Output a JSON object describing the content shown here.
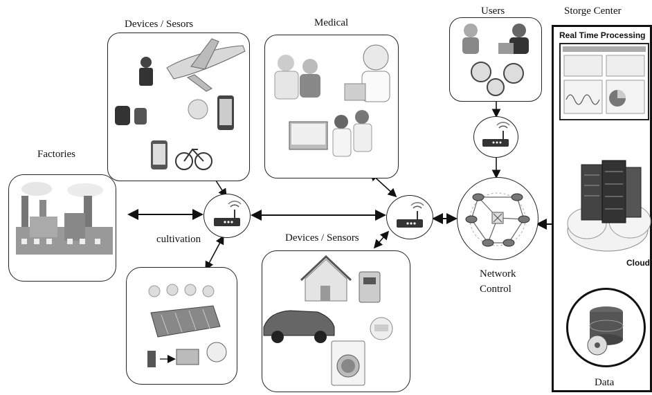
{
  "labels": {
    "devices_sensors_top": "Devices / Sesors",
    "medical": "Medical",
    "users": "Users",
    "storage_center": "Storge Center",
    "real_time_processing": "Real Time Processing",
    "factories": "Factories",
    "cultivation": "cultivation",
    "devices_sensors_bottom": "Devices / Sensors",
    "network_control_1": "Network",
    "network_control_2": "Control",
    "cloud": "Cloud",
    "data": "Data"
  },
  "colors": {
    "stroke": "#222222",
    "storage_border": "#111111",
    "grey_fill": "#9a9a9a",
    "dark_fill": "#444444",
    "light_fill": "#d8d8d8"
  },
  "icons": [
    "router-icon",
    "network-topology-icon",
    "server-cloud-icon",
    "database-icon",
    "dashboard-screen-icon"
  ]
}
